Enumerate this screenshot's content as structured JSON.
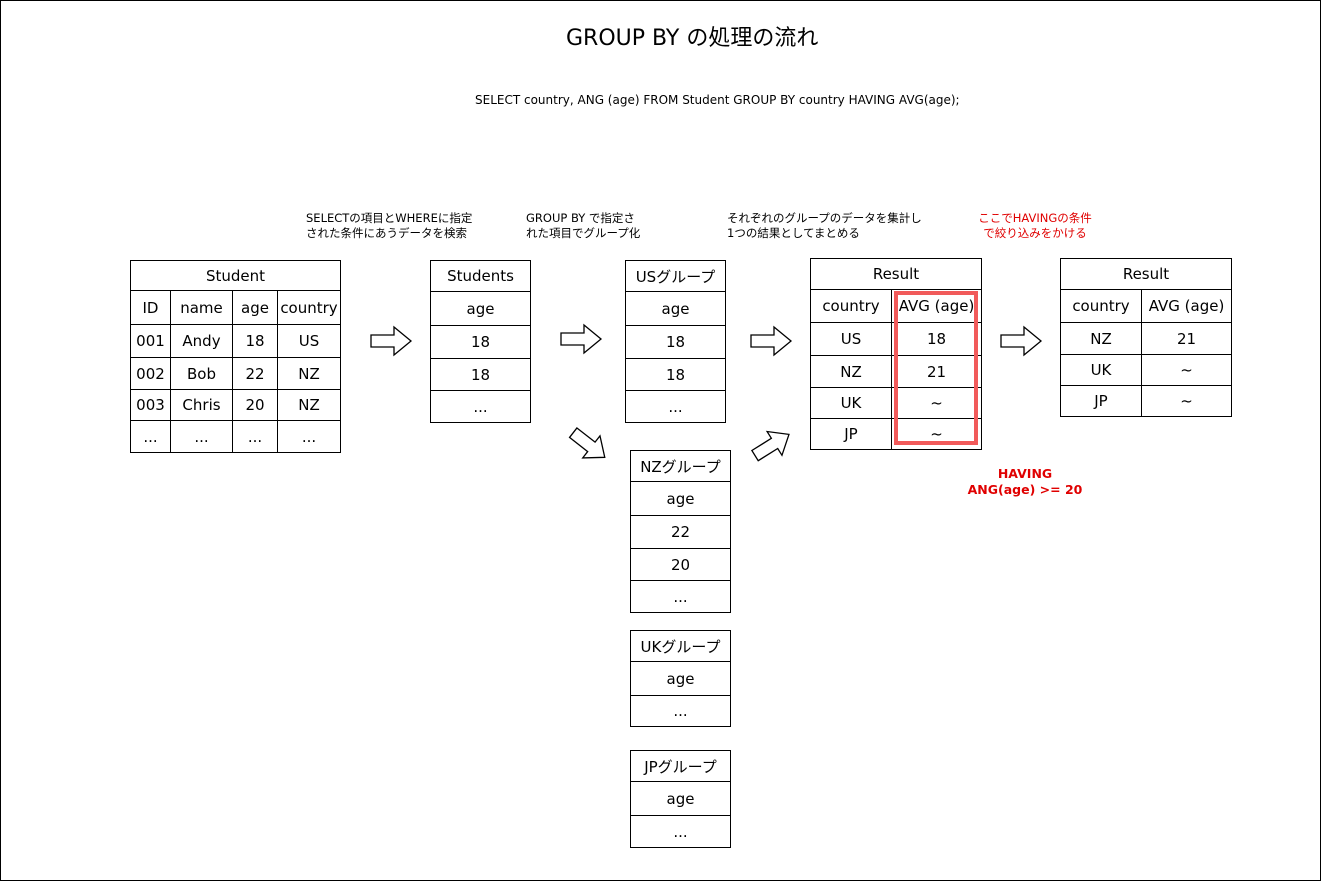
{
  "title": "GROUP BY の処理の流れ",
  "sql": "SELECT country, ANG (age) FROM Student GROUP BY country HAVING AVG(age);",
  "notes": {
    "select_where": "SELECTの項目とWHEREに指定\nされた条件にあうデータを検索",
    "group_by": "GROUP BY で指定さ\nれた項目でグループ化",
    "aggregate": "それぞれのグループのデータを集計し\n1つの結果としてまとめる",
    "having": "ここでHAVINGの条件\nで絞り込みをかける"
  },
  "having_condition": "HAVING\nANG(age) >= 20",
  "accent_color": "#e00000",
  "highlight_color": "#f15a5a",
  "student_table": {
    "title": "Student",
    "headers": [
      "ID",
      "name",
      "age",
      "country"
    ],
    "rows": [
      [
        "001",
        "Andy",
        "18",
        "US"
      ],
      [
        "002",
        "Bob",
        "22",
        "NZ"
      ],
      [
        "003",
        "Chris",
        "20",
        "NZ"
      ],
      [
        "...",
        "...",
        "...",
        "..."
      ]
    ]
  },
  "students_table": {
    "title": "Students",
    "header": "age",
    "rows": [
      "18",
      "18",
      "..."
    ]
  },
  "groups": [
    {
      "title": "USグループ",
      "header": "age",
      "rows": [
        "18",
        "18",
        "..."
      ]
    },
    {
      "title": "NZグループ",
      "header": "age",
      "rows": [
        "22",
        "20",
        "..."
      ]
    },
    {
      "title": "UKグループ",
      "header": "age",
      "rows": [
        "..."
      ]
    },
    {
      "title": "JPグループ",
      "header": "age",
      "rows": [
        "..."
      ]
    }
  ],
  "result_table": {
    "title": "Result",
    "headers": [
      "country",
      "AVG (age)"
    ],
    "rows": [
      [
        "US",
        "18"
      ],
      [
        "NZ",
        "21"
      ],
      [
        "UK",
        "~"
      ],
      [
        "JP",
        "~"
      ]
    ]
  },
  "final_table": {
    "title": "Result",
    "headers": [
      "country",
      "AVG (age)"
    ],
    "rows": [
      [
        "NZ",
        "21"
      ],
      [
        "UK",
        "~"
      ],
      [
        "JP",
        "~"
      ]
    ]
  }
}
